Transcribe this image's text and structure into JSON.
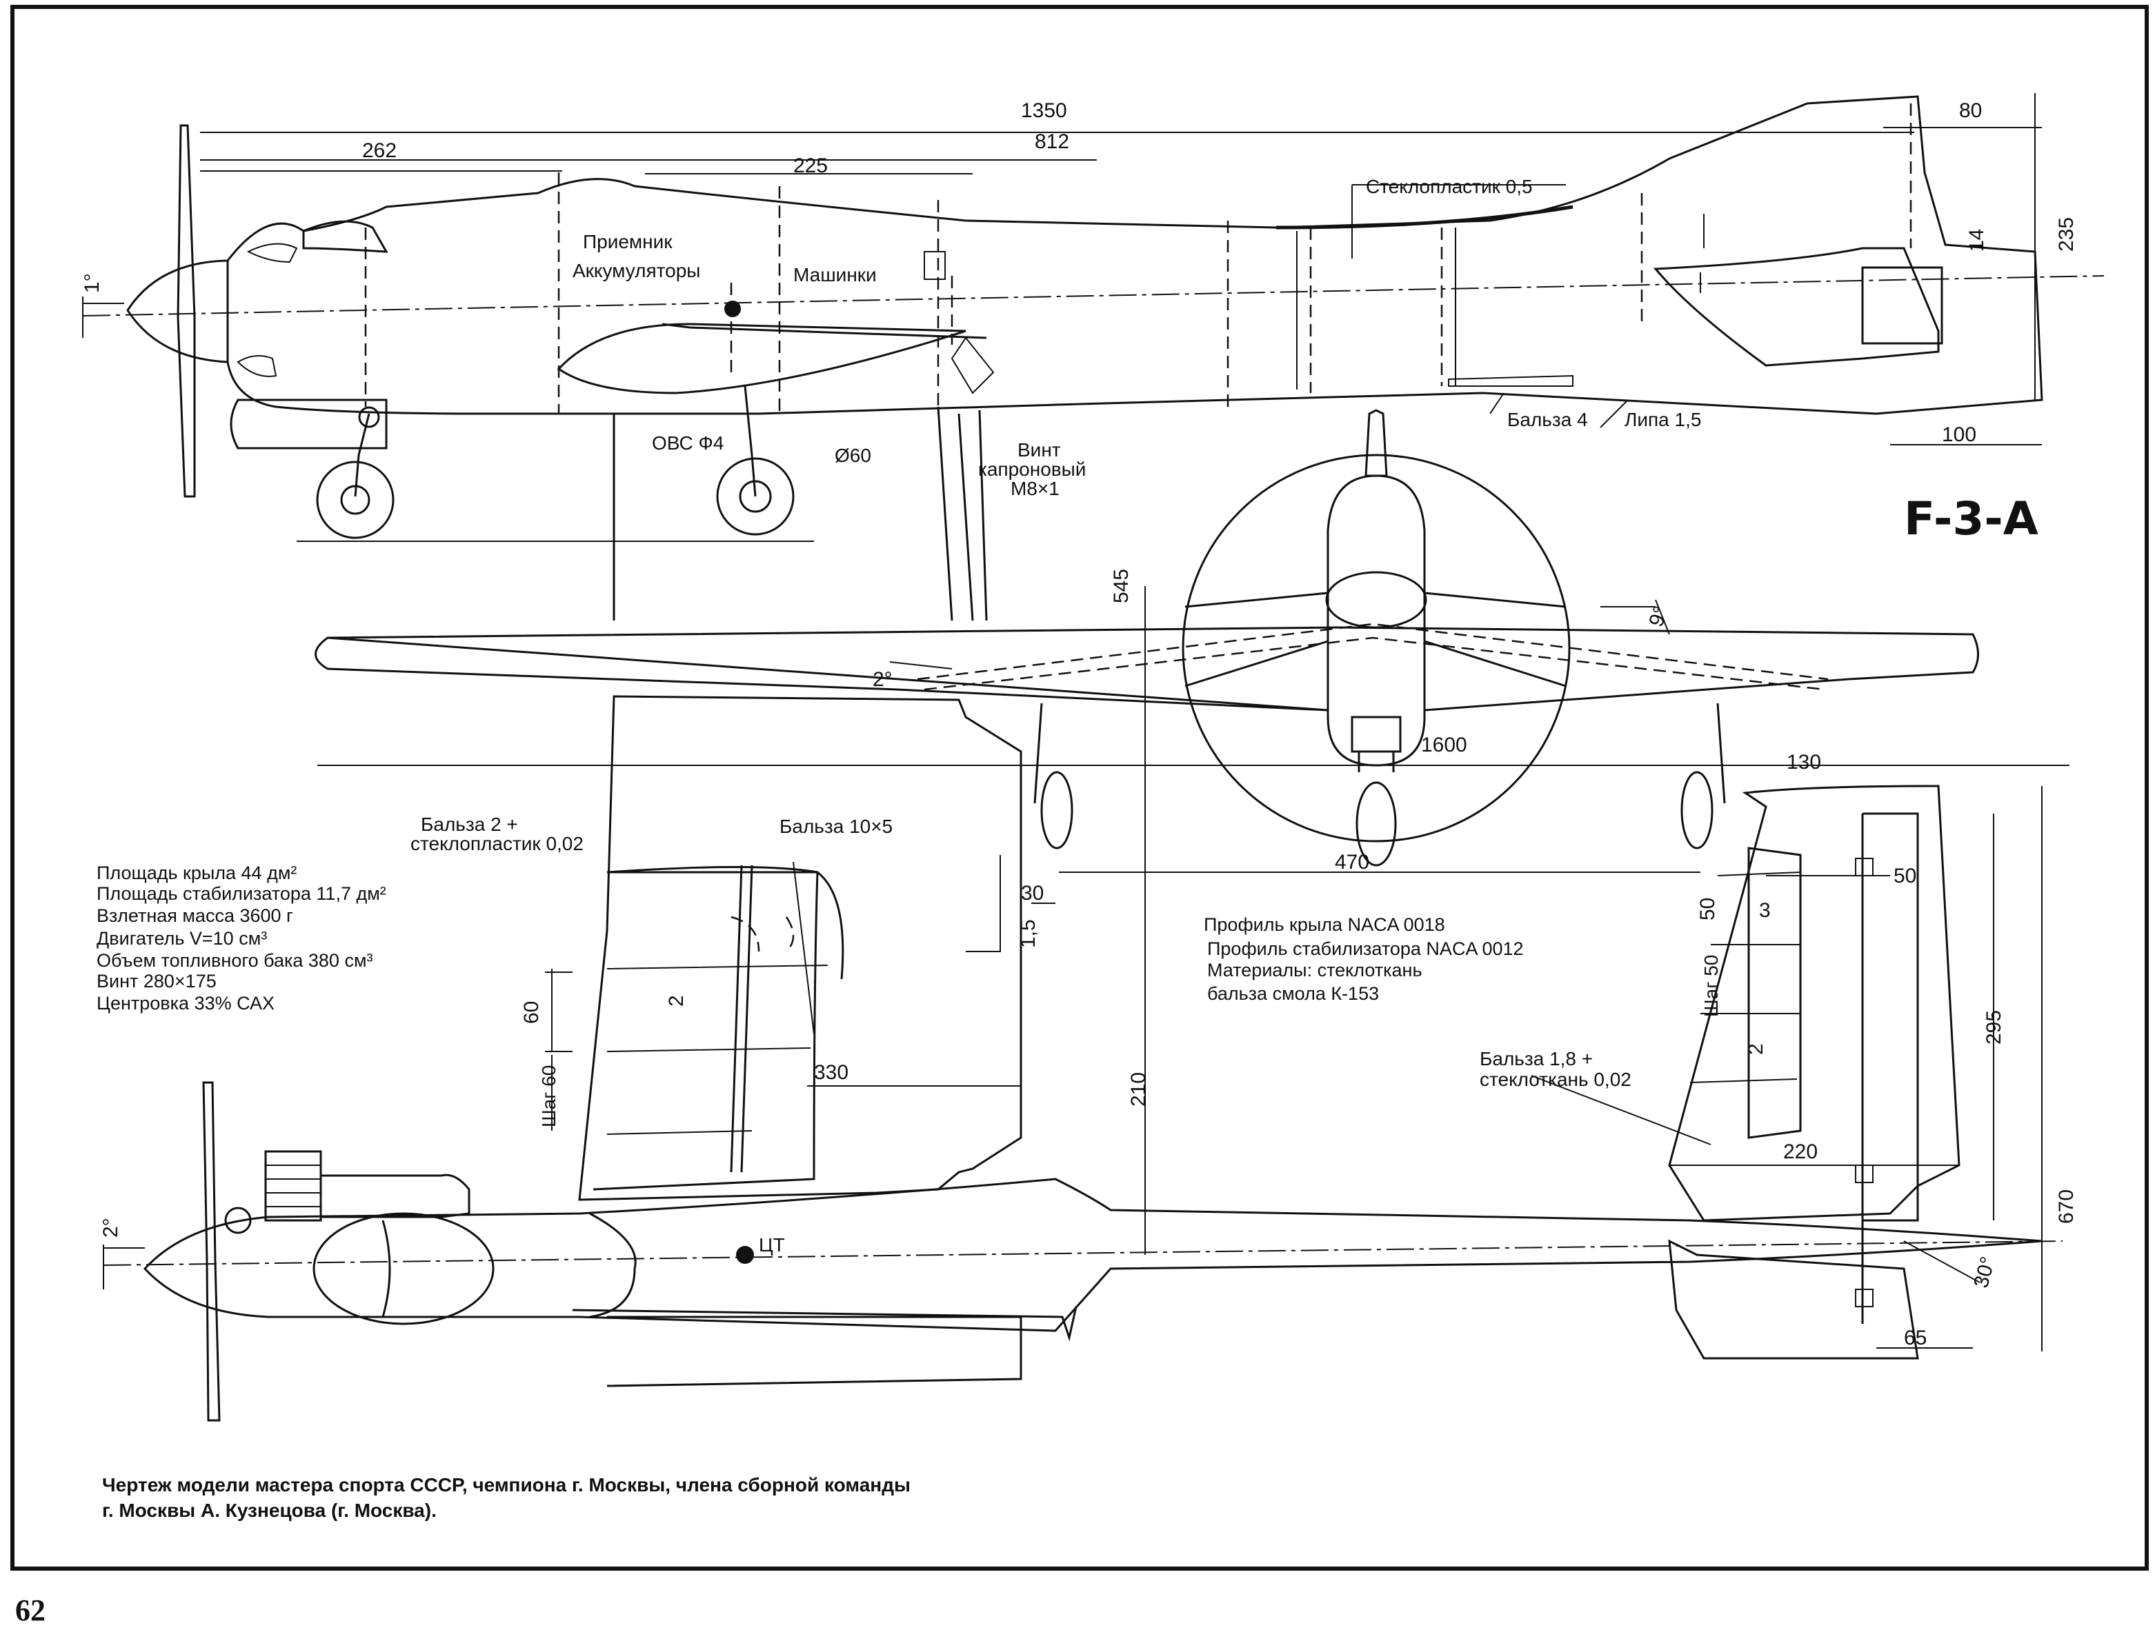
{
  "title": "F-3-A",
  "page_number": "62",
  "caption": [
    "Чертеж модели мастера спорта СССР, чемпиона г. Москвы, члена сборной команды",
    "г. Москвы А. Кузнецова (г. Москва)."
  ],
  "specs": [
    "Площадь крыла 44 дм²",
    "Площадь стабилизатора 11,7 дм²",
    "Взлетная масса 3600 г",
    "Двигатель V=10 см³",
    "Объем топливного бака 380 см³",
    "Винт 280×175",
    "Центровка 33% САХ"
  ],
  "materials": [
    "Профиль крыла NACA 0018",
    "Профиль стабилизатора NACA 0012",
    "Материалы: стеклоткань",
    "бальза   смола К-153"
  ],
  "labels": {
    "priemnik": "Приемник",
    "akkum": "Аккумуляторы",
    "mashinki": "Машинки",
    "stekloplastik": "Стеклопластик 0,5",
    "balsa4": "Бальза 4",
    "lipa": "Липа 1,5",
    "ovc": "ОВС Ф4",
    "d60": "Ø60",
    "vint1": "Винт",
    "vint2": "капроновый",
    "vint3": "М8×1",
    "balsa2_1": "Бальза 2 +",
    "balsa2_2": "стеклопластик 0,02",
    "balsa10": "Бальза 10×5",
    "balsa18_1": "Бальза 1,8 +",
    "balsa18_2": "стеклоткань 0,02",
    "ct": "ЦТ",
    "shag60": "Шаг 60",
    "shag50": "Шаг 50"
  },
  "dims": {
    "d1350": "1350",
    "d812": "812",
    "d262": "262",
    "d225": "225",
    "d80": "80",
    "d235": "235",
    "d14": "14",
    "d100": "100",
    "d545": "545",
    "d1600": "1600",
    "d470": "470",
    "d130": "130",
    "d50a": "50",
    "d50b": "50",
    "d3": "3",
    "d2a": "2",
    "d2b": "2",
    "d30": "30",
    "d15": "1,5",
    "d60": "60",
    "d330": "330",
    "d210": "210",
    "d295": "295",
    "d220": "220",
    "d670": "670",
    "d65": "65",
    "a1": "1°",
    "a2": "2°",
    "a9": "9°",
    "a2b": "2°",
    "a30": "30°"
  }
}
